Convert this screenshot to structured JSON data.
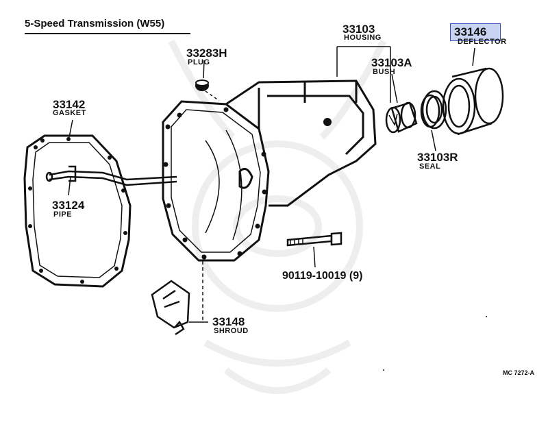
{
  "title": "5-Speed Transmission (W55)",
  "parts": {
    "housing": {
      "number": "33103",
      "name": "HOUSING"
    },
    "plug": {
      "number": "33283H",
      "name": "PLUG"
    },
    "bush": {
      "number": "33103A",
      "name": "BUSH"
    },
    "deflector": {
      "number": "33146",
      "name": "DEFLECTOR",
      "highlighted": true
    },
    "seal": {
      "number": "33103R",
      "name": "SEAL"
    },
    "gasket": {
      "number": "33142",
      "name": "GASKET"
    },
    "pipe": {
      "number": "33124",
      "name": "PIPE"
    },
    "bolt": {
      "number": "90119-10019 (9)"
    },
    "shroud": {
      "number": "33148",
      "name": "SHROUD"
    }
  },
  "diagram_code": "MC 7272-A",
  "colors": {
    "line": "#111111",
    "highlight_fill": "#c9d3f2",
    "highlight_border": "#3d52c4",
    "watermark": "#eeeeee"
  }
}
